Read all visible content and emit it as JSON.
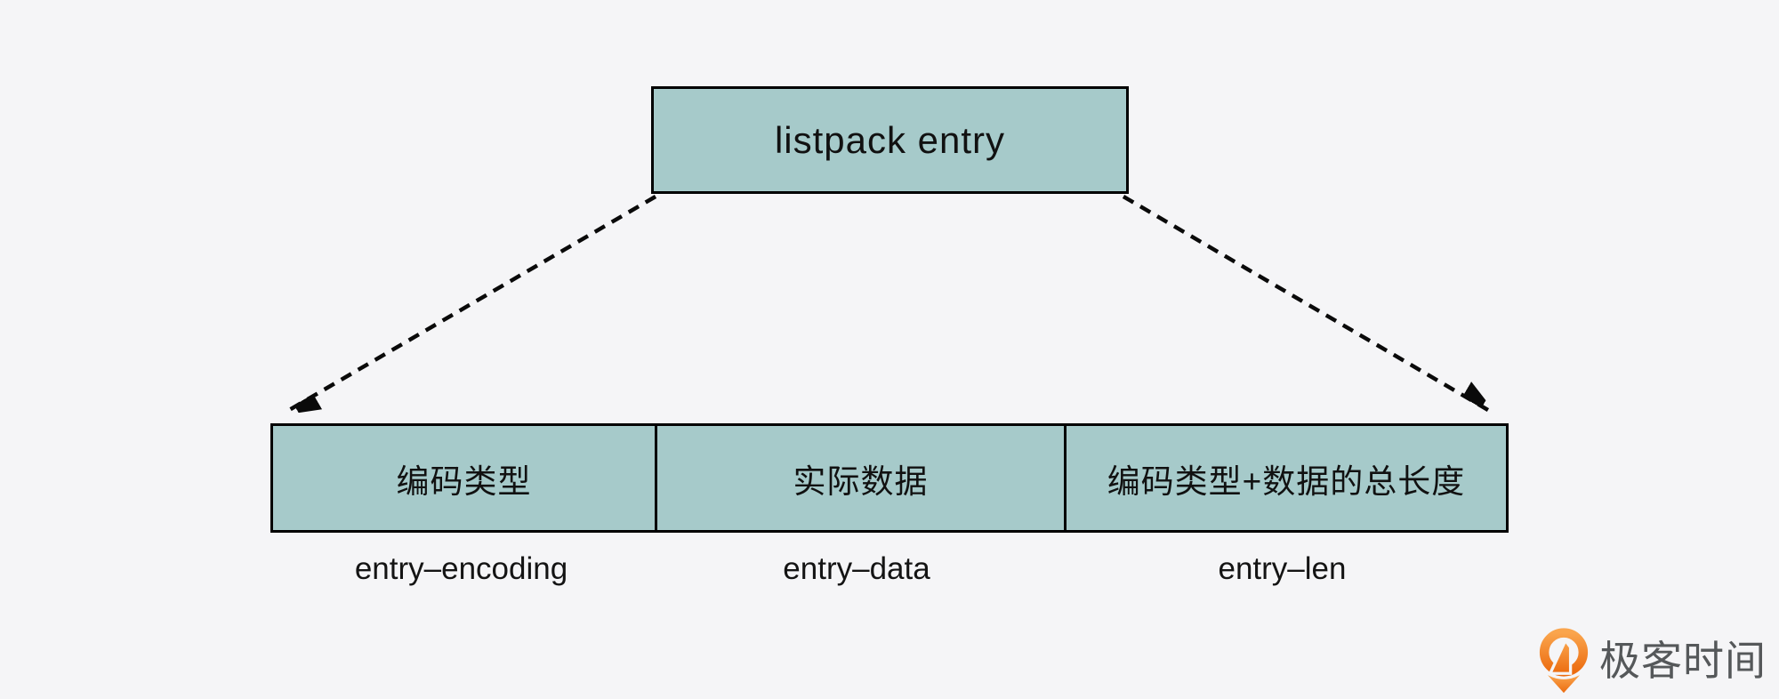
{
  "diagram": {
    "title_box_label": "listpack entry",
    "cells": [
      {
        "label": "编码类型",
        "sublabel": "entry–encoding"
      },
      {
        "label": "实际数据",
        "sublabel": "entry–data"
      },
      {
        "label": "编码类型+数据的总长度",
        "sublabel": "entry–len"
      }
    ],
    "arrow_style": "dashed",
    "arrow_icon": "arrowhead-icon"
  },
  "branding": {
    "logo_text": "极客时间",
    "logo_icon": "geektime-pin-icon"
  },
  "colors": {
    "page_background": "#f5f5f7",
    "box_fill": "#a6caca",
    "box_border": "#000000",
    "arrow": "#0a0a0a",
    "logo_orange_light": "#faa54d",
    "logo_orange_dark": "#ec6c10",
    "logo_text": "#55585a"
  }
}
